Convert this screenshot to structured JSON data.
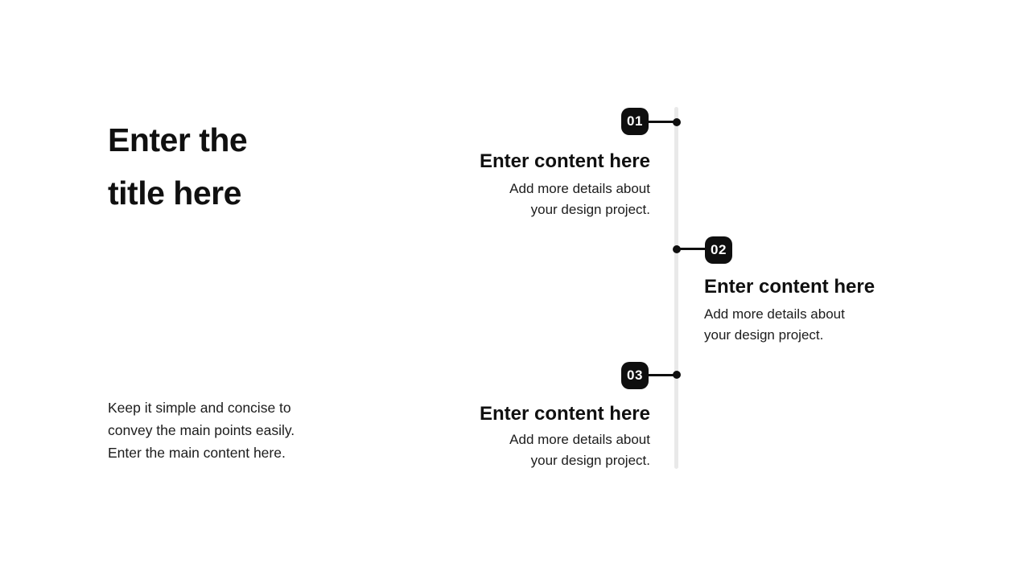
{
  "slide": {
    "title": "Enter the title here",
    "description_lines": [
      "Keep it simple and concise to",
      "convey the main points easily.",
      "Enter the main content here."
    ]
  },
  "timeline": {
    "items": [
      {
        "number": "01",
        "side": "left",
        "heading": "Enter content here",
        "body_lines": [
          "Add more details about",
          "your design project."
        ]
      },
      {
        "number": "02",
        "side": "right",
        "heading": "Enter content here",
        "body_lines": [
          "Add more details about",
          "your design project."
        ]
      },
      {
        "number": "03",
        "side": "left",
        "heading": "Enter content here",
        "body_lines": [
          "Add more details about",
          "your design project."
        ]
      }
    ]
  },
  "colors": {
    "background": "#ffffff",
    "title_text": "#101010",
    "body_text": "#1c1c1c",
    "badge_background": "#0f0f0f",
    "badge_text": "#ffffff",
    "timeline_line": "#e9e9e9",
    "connector": "#0f0f0f"
  }
}
